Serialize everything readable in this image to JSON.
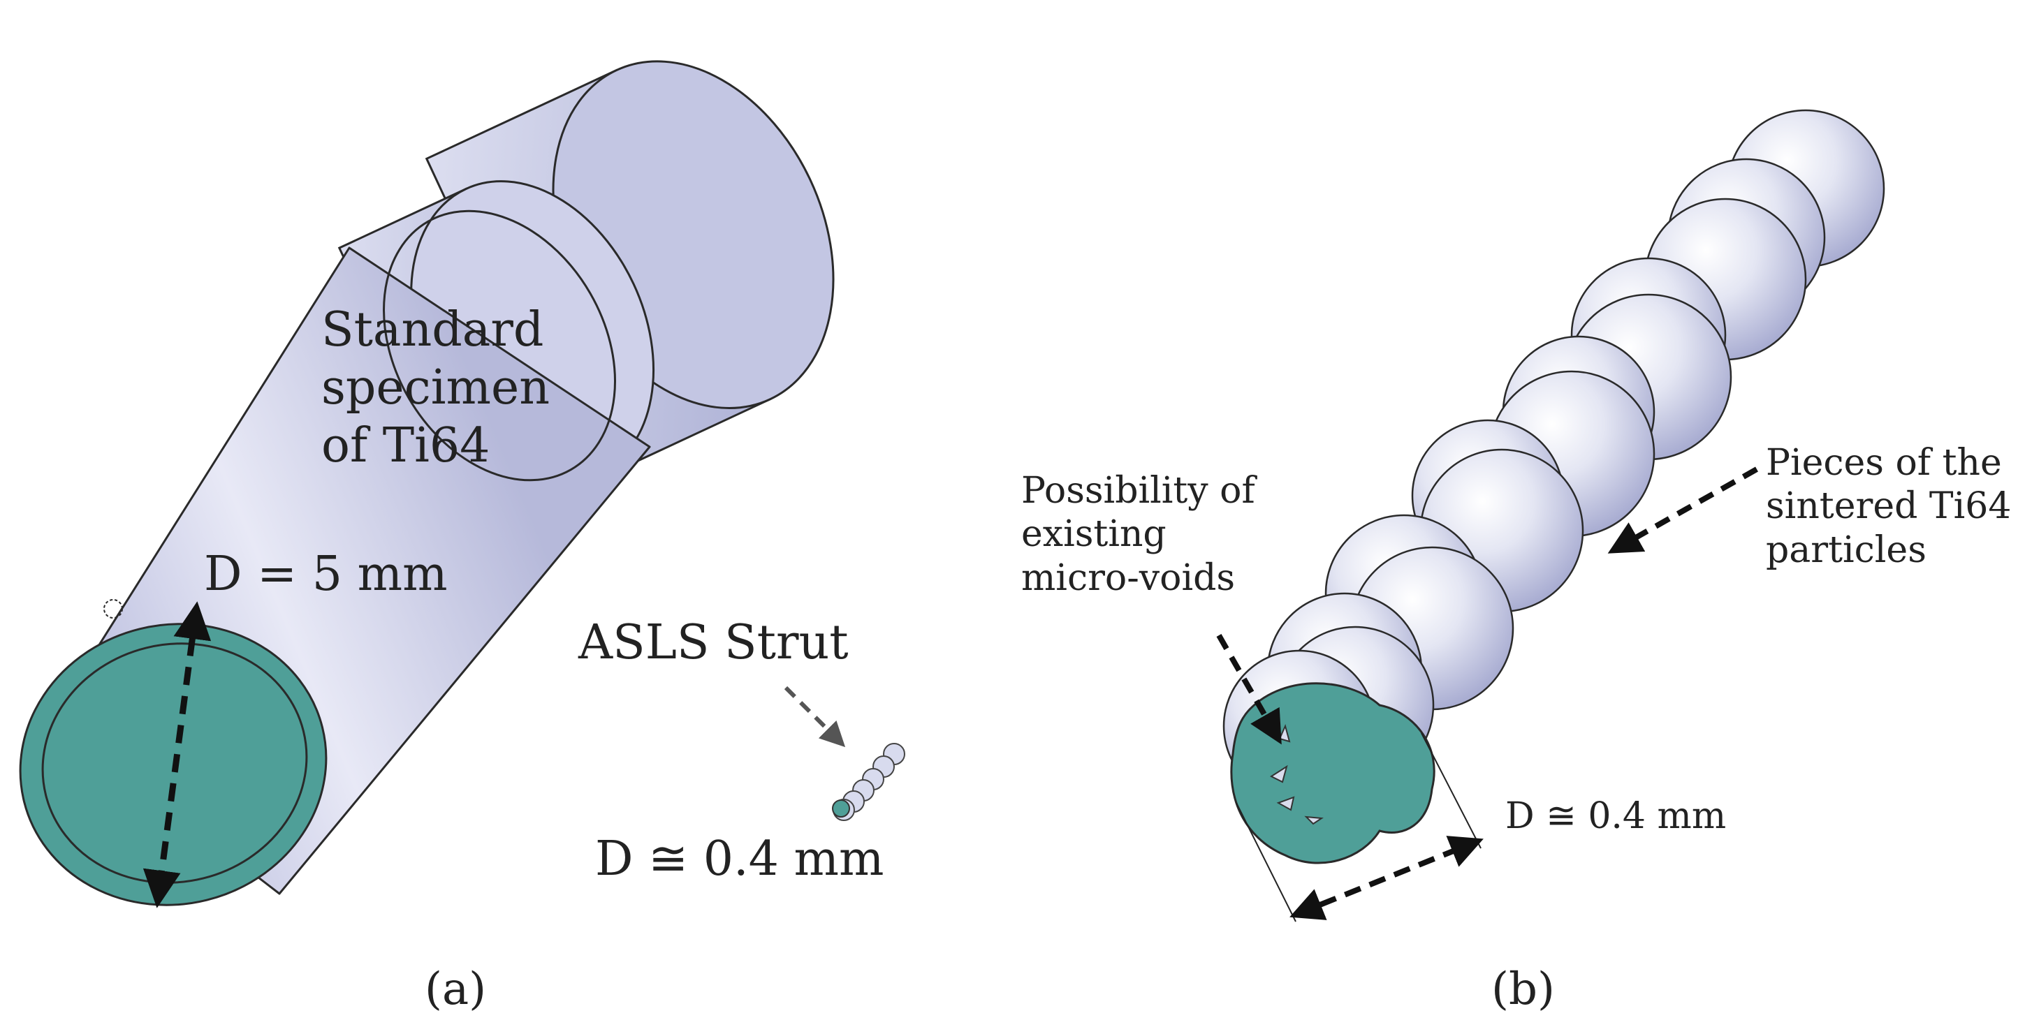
{
  "panel_a": {
    "label_specimen": "Standard\nspecimen\nof Ti64",
    "label_diameter": "D = 5 mm",
    "label_strut": "ASLS Strut",
    "label_strut_diameter": "D ≅ 0.4 mm",
    "caption": "(a)"
  },
  "panel_b": {
    "label_voids": "Possibility of\nexisting\nmicro-voids",
    "label_particles": "Pieces of the\nsintered Ti64\nparticles",
    "label_diameter": "D ≅ 0.4 mm",
    "caption": "(b)"
  },
  "colors": {
    "body": "#c9cbe6",
    "section": "#4f9f98",
    "outline": "#2a2a2a"
  }
}
